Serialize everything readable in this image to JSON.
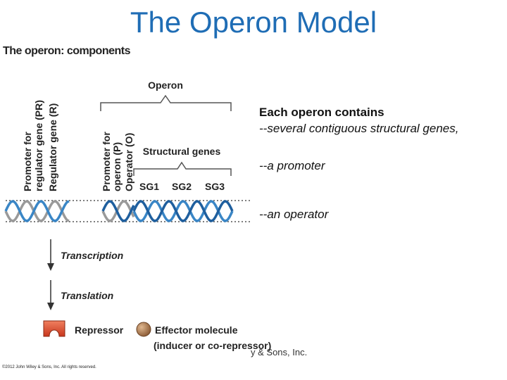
{
  "title": "The Operon Model",
  "figure": {
    "heading": "The operon: components",
    "vertical_labels": {
      "promoter_regulator": [
        "Promoter for",
        "regulator gene (PR)"
      ],
      "regulator_gene": "Regulator gene (R)",
      "promoter_operon": [
        "Promoter for",
        "operon (P)"
      ],
      "operator": "Operator (O)"
    },
    "operon_label": "Operon",
    "structural_genes_label": "Structural genes",
    "genes": [
      "SG1",
      "SG2",
      "SG3"
    ],
    "steps": [
      "Transcription",
      "Translation"
    ],
    "repressor_label": "Repressor",
    "effector_label": [
      "Effector molecule",
      "(inducer or co-repressor)"
    ],
    "copyright": "©2012 John Wiley & Sons, Inc. All rights reserved.",
    "colors": {
      "dna_gray": "#9a9a9a",
      "dna_blue": "#3a86c6",
      "dna_dark_blue": "#1f5f9e",
      "repressor": "#d94a2a",
      "effector": "#a0704a"
    }
  },
  "bullets": {
    "heading": "Each operon contains",
    "items": [
      "--several contiguous structural genes,",
      "--a promoter",
      "--an operator"
    ]
  },
  "footer_partial": "y & Sons, Inc."
}
